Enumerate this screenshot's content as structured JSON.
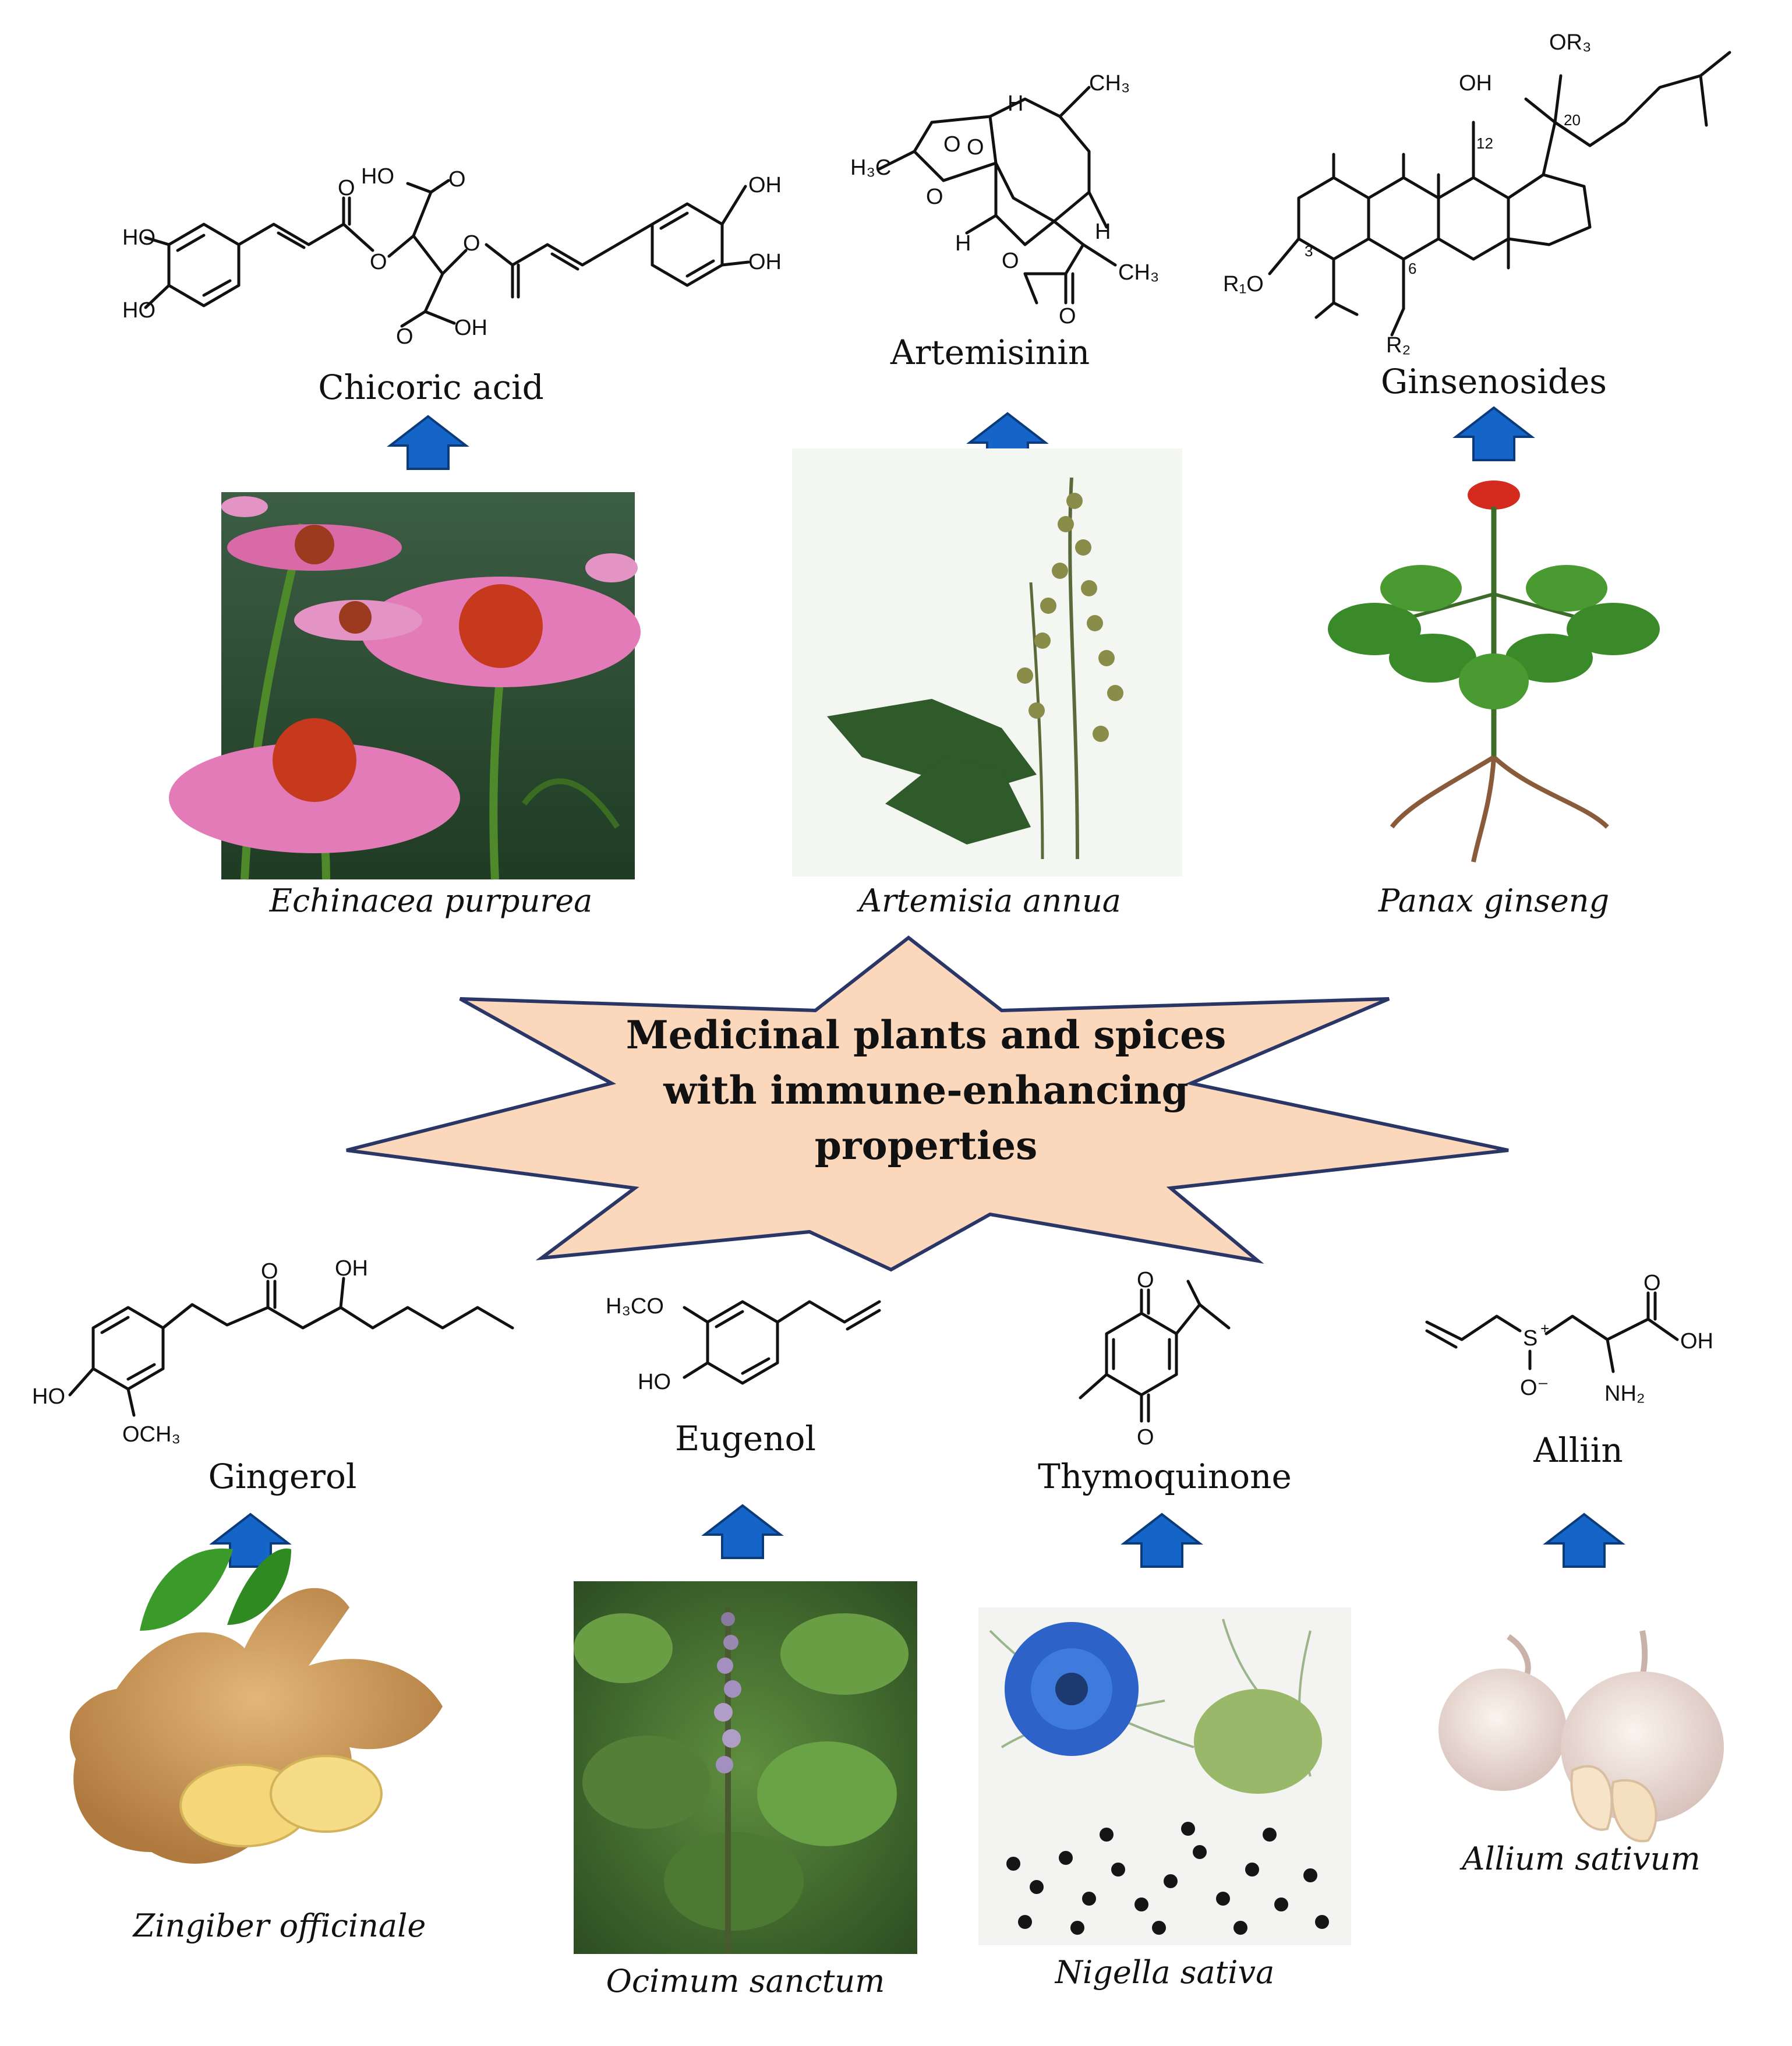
{
  "center": {
    "line1": "Medicinal plants and spices",
    "line2": "with immune-enhancing",
    "line3": "properties",
    "fill_color": "#fbd7bc"
  },
  "top_row": [
    {
      "compound": "Chicoric acid",
      "plant": "Echinacea purpurea"
    },
    {
      "compound": "Artemisinin",
      "plant": "Artemisia annua"
    },
    {
      "compound": "Ginsenosides",
      "plant": "Panax ginseng"
    }
  ],
  "bottom_row": [
    {
      "compound": "Gingerol",
      "plant": "Zingiber officinale"
    },
    {
      "compound": "Eugenol",
      "plant": "Ocimum sanctum"
    },
    {
      "compound": "Thymoquinone",
      "plant": "Nigella sativa"
    },
    {
      "compound": "Alliin",
      "plant": "Allium sativum"
    }
  ],
  "structure_labels": {
    "chicoric": [
      "HO",
      "HO",
      "HO",
      "O",
      "O",
      "O",
      "O",
      "OH",
      "OH",
      "OH",
      "O"
    ],
    "artemisinin": [
      "H",
      "CH₃",
      "H₃C",
      "O",
      "O",
      "O",
      "O",
      "H",
      "H",
      "CH₃",
      "O"
    ],
    "ginsenosides": [
      "OH",
      "OR₃",
      "R₁O",
      "R₂",
      "12",
      "20",
      "3",
      "6"
    ],
    "gingerol": [
      "O",
      "OH",
      "HO",
      "OCH₃"
    ],
    "eugenol": [
      "H₃CO",
      "HO"
    ],
    "thymoquinone": [
      "O",
      "O"
    ],
    "alliin": [
      "S",
      "+",
      "O⁻",
      "O",
      "OH",
      "NH₂"
    ]
  },
  "colors": {
    "arrow": "#1565c8",
    "star_border": "#2a3766"
  }
}
